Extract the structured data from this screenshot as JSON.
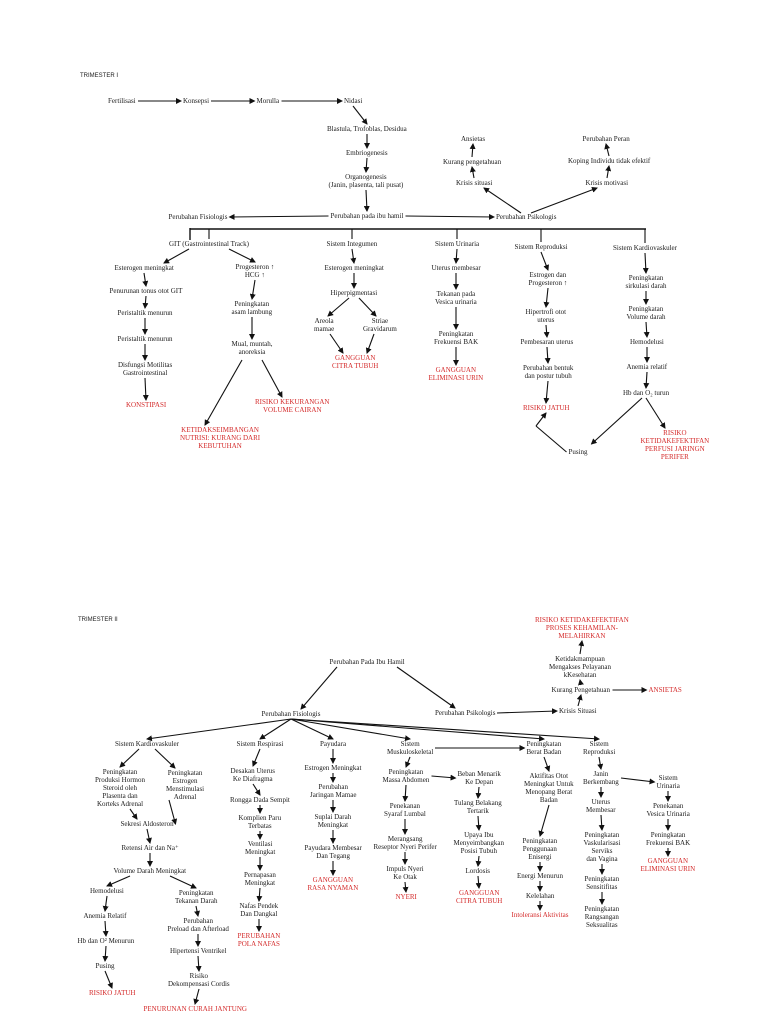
{
  "colors": {
    "text": "#1a1a1a",
    "diagnosis": "#d42a2a",
    "line": "#111111"
  },
  "sections": [
    {
      "id": "t1",
      "title": "TRIMESTER I"
    },
    {
      "id": "t2",
      "title": "TRIMESTER II"
    }
  ],
  "nodes": [
    {
      "id": "t1_fert",
      "text": "Fertilisasi",
      "red": false
    },
    {
      "id": "t1_kons",
      "text": "Konsepsi",
      "red": false
    },
    {
      "id": "t1_mor",
      "text": "Morulla",
      "red": false
    },
    {
      "id": "t1_nid",
      "text": "Nidasi",
      "red": false
    },
    {
      "id": "t1_blas",
      "text": "Blastula, Trofoblas, Desidua",
      "red": false
    },
    {
      "id": "t1_emb",
      "text": "Embriogenesis",
      "red": false
    },
    {
      "id": "t1_org",
      "text": "Organogenesis\n(Janin, plasenta, tali pusat)",
      "red": false
    },
    {
      "id": "t1_pib",
      "text": "Perubahan pada ibu hamil",
      "red": false
    },
    {
      "id": "t1_pfis",
      "text": "Perubahan Fisiologis",
      "red": false
    },
    {
      "id": "t1_psik",
      "text": "Perubahan Psikologis",
      "red": false
    },
    {
      "id": "t1_ans",
      "text": "Ansietas",
      "red": false
    },
    {
      "id": "t1_kp",
      "text": "Kurang pengetahuan",
      "red": false
    },
    {
      "id": "t1_ks",
      "text": "Krisis situasi",
      "red": false
    },
    {
      "id": "t1_pp",
      "text": "Perubahan Peran",
      "red": false
    },
    {
      "id": "t1_ki",
      "text": "Koping Individu tidak efektif",
      "red": false
    },
    {
      "id": "t1_km",
      "text": "Krisis motivasi",
      "red": false
    },
    {
      "id": "t1_git",
      "text": "GIT (Gastrointestinal Track)",
      "red": false
    },
    {
      "id": "t1_sint",
      "text": "Sistem Integumen",
      "red": false
    },
    {
      "id": "t1_suri",
      "text": "Sistem Urinaria",
      "red": false
    },
    {
      "id": "t1_srep",
      "text": "Sistem Reproduksi",
      "red": false
    },
    {
      "id": "t1_skar",
      "text": "Sistem Kardiovaskuler",
      "red": false
    },
    {
      "id": "t1_em",
      "text": "Esterogen meningkat",
      "red": false
    },
    {
      "id": "t1_pt",
      "text": "Penurunan tonus otot GIT",
      "red": false
    },
    {
      "id": "t1_per1",
      "text": "Peristaltik menurun",
      "red": false
    },
    {
      "id": "t1_per2",
      "text": "Peristaltik menurun",
      "red": false
    },
    {
      "id": "t1_dis",
      "text": "Disfungsi Motilitas\nGastrointestinal",
      "red": false
    },
    {
      "id": "t1_kon",
      "text": "KONSTIPASI",
      "red": true
    },
    {
      "id": "t1_prog",
      "text": "Progesteron ↑\nHCG ↑",
      "red": false
    },
    {
      "id": "t1_pas",
      "text": "Peningkatan\nasam lambung",
      "red": false
    },
    {
      "id": "t1_mua",
      "text": "Mual, muntah,\nanoreksia",
      "red": false
    },
    {
      "id": "t1_rkv",
      "text": "RISIKO KEKURANGAN\nVOLUME CAIRAN",
      "red": true
    },
    {
      "id": "t1_ket",
      "text": "KETIDAKSEIMBANGAN\nNUTRISI: KURANG DARI\nKEBUTUHAN",
      "red": true
    },
    {
      "id": "t1_em2",
      "text": "Esterogen meningkat",
      "red": false
    },
    {
      "id": "t1_hip",
      "text": "Hiperpigmentasi",
      "red": false
    },
    {
      "id": "t1_are",
      "text": "Areola\nmamae",
      "red": false
    },
    {
      "id": "t1_str",
      "text": "Striae\nGravidarum",
      "red": false
    },
    {
      "id": "t1_gct",
      "text": "GANGGUAN\nCITRA TUBUH",
      "red": true
    },
    {
      "id": "t1_ute",
      "text": "Uterus membesar",
      "red": false
    },
    {
      "id": "t1_tek",
      "text": "Tekanan pada\nVesica urinaria",
      "red": false
    },
    {
      "id": "t1_pfb",
      "text": "Peningkatan\nFrekuensi BAK",
      "red": false
    },
    {
      "id": "t1_geu",
      "text": "GANGGUAN\nELIMINASI URIN",
      "red": true
    },
    {
      "id": "t1_est",
      "text": "Estrogen dan\nProgesteron ↑",
      "red": false
    },
    {
      "id": "t1_hou",
      "text": "Hipertrofi otot\nuterus",
      "red": false
    },
    {
      "id": "t1_pbu",
      "text": "Pembesaran uterus",
      "red": false
    },
    {
      "id": "t1_pbp",
      "text": "Perubahan bentuk\ndan postur tubuh",
      "red": false
    },
    {
      "id": "t1_rj",
      "text": "RISIKO JATUH",
      "red": true
    },
    {
      "id": "t1_psd",
      "text": "Peningkatan\nsirkulasi darah",
      "red": false
    },
    {
      "id": "t1_pvd",
      "text": "Peningkatan\nVolume darah",
      "red": false
    },
    {
      "id": "t1_hem",
      "text": "Hemodelusi",
      "red": false
    },
    {
      "id": "t1_ane",
      "text": "Anemia relatif",
      "red": false
    },
    {
      "id": "t1_hb",
      "text": "Hb dan O₂ turun",
      "red": false
    },
    {
      "id": "t1_rkp",
      "text": "RISIKO\nKETIDAKEFEKTIFAN\nPERFUSI JARINGN\nPERIFER",
      "red": true
    },
    {
      "id": "t1_pus",
      "text": "Pusing",
      "red": false
    },
    {
      "id": "t2_rpk",
      "text": "RISIKO KETIDAKEFEKTIFAN\nPROSES KEHAMILAN-\nMELAHIRKAN",
      "red": true
    },
    {
      "id": "t2_ket",
      "text": "Ketidakmampuan\nMengakses Pelayanan\nkKesehatan",
      "red": false
    },
    {
      "id": "t2_kp",
      "text": "Kurang Pengetahuan",
      "red": false
    },
    {
      "id": "t2_ans",
      "text": "ANSIETAS",
      "red": true
    },
    {
      "id": "t2_ks",
      "text": "Krisis Situasi",
      "red": false
    },
    {
      "id": "t2_pib",
      "text": "Perubahan Pada Ibu Hamil",
      "red": false
    },
    {
      "id": "t2_pfis",
      "text": "Perubahan Fisiologis",
      "red": false
    },
    {
      "id": "t2_psik",
      "text": "Perubahan Psikologis",
      "red": false
    },
    {
      "id": "t2_skar",
      "text": "Sistem Kardiovaskuler",
      "red": false
    },
    {
      "id": "t2_sres",
      "text": "Sistem Respirasi",
      "red": false
    },
    {
      "id": "t2_pay",
      "text": "Payudara",
      "red": false
    },
    {
      "id": "t2_smus",
      "text": "Sistem\nMuskuloskeletal",
      "red": false
    },
    {
      "id": "t2_pbb",
      "text": "Peningkatan\nBerat Badan",
      "red": false
    },
    {
      "id": "t2_srep",
      "text": "Sistem\nReproduksi",
      "red": false
    },
    {
      "id": "t2_pph",
      "text": "Peningkatan\nProduksi Hormon\nSteroid oleh\nPlasenta dan\nKorteks Adrenal",
      "red": false
    },
    {
      "id": "t2_pem",
      "text": "Peningkatan\nEstrogen\nMenstimulasi\nAdrenal",
      "red": false
    },
    {
      "id": "t2_sa",
      "text": "Sekresi Aldosteron",
      "red": false
    },
    {
      "id": "t2_ra",
      "text": "Retensi Air dan Na⁺",
      "red": false
    },
    {
      "id": "t2_vdm",
      "text": "Volume Darah Meningkat",
      "red": false
    },
    {
      "id": "t2_hem",
      "text": "Hemodelusi",
      "red": false
    },
    {
      "id": "t2_ptd",
      "text": "Peningkatan\nTekanan Darah",
      "red": false
    },
    {
      "id": "t2_ar",
      "text": "Anemia Relatif",
      "red": false
    },
    {
      "id": "t2_ppa",
      "text": "Perubahan\nPreload dan Afterload",
      "red": false
    },
    {
      "id": "t2_hb",
      "text": "Hb dan O² Menurun",
      "red": false
    },
    {
      "id": "t2_hv",
      "text": "Hipertensi Ventrikel",
      "red": false
    },
    {
      "id": "t2_pus",
      "text": "Pusing",
      "red": false
    },
    {
      "id": "t2_rdc",
      "text": "Risiko\nDekompensasi Cordis",
      "red": false
    },
    {
      "id": "t2_rj",
      "text": "RISIKO JATUH",
      "red": true
    },
    {
      "id": "t2_pcj",
      "text": "PENURUNAN CURAH JANTUNG",
      "red": true
    },
    {
      "id": "t2_dud",
      "text": "Desakan Uterus\nKe Diafragma",
      "red": false
    },
    {
      "id": "t2_rds",
      "text": "Rongga Dada Sempit",
      "red": false
    },
    {
      "id": "t2_kpt",
      "text": "Komplien Paru\nTerbatas",
      "red": false
    },
    {
      "id": "t2_vm",
      "text": "Ventilasi\nMeningkat",
      "red": false
    },
    {
      "id": "t2_pm",
      "text": "Pernapasan\nMeningkat",
      "red": false
    },
    {
      "id": "t2_npd",
      "text": "Nafas Pendek\nDan Dangkal",
      "red": false
    },
    {
      "id": "t2_ppn",
      "text": "PERUBAHAN\nPOLA NAFAS",
      "red": true
    },
    {
      "id": "t2_emn",
      "text": "Estrogen Meningkat",
      "red": false
    },
    {
      "id": "t2_pjm",
      "text": "Perubahan\nJaringan Mamae",
      "red": false
    },
    {
      "id": "t2_sdm",
      "text": "Suplai Darah\nMeningkat",
      "red": false
    },
    {
      "id": "t2_pmt",
      "text": "Payudara Membesar\nDan Tegang",
      "red": false
    },
    {
      "id": "t2_grn",
      "text": "GANGGUAN\nRASA NYAMAN",
      "red": true
    },
    {
      "id": "t2_pma",
      "text": "Peningkatan\nMassa Abdomen",
      "red": false
    },
    {
      "id": "t2_psl",
      "text": "Penekanan\nSyaraf Lumbal",
      "red": false
    },
    {
      "id": "t2_mrn",
      "text": "Merangsang\nReseptor Nyeri Perifer",
      "red": false
    },
    {
      "id": "t2_ink",
      "text": "Impuls Nyeri\nKe Otak",
      "red": false
    },
    {
      "id": "t2_nye",
      "text": "NYERI",
      "red": true
    },
    {
      "id": "t2_bmk",
      "text": "Beban Menarik\nKe Depan",
      "red": false
    },
    {
      "id": "t2_tbt",
      "text": "Tulang Belakang\nTertarik",
      "red": false
    },
    {
      "id": "t2_uim",
      "text": "Upaya Ibu\nMenyeimbangkan\nPosisi Tubuh",
      "red": false
    },
    {
      "id": "t2_lor",
      "text": "Lordosis",
      "red": false
    },
    {
      "id": "t2_gct",
      "text": "GANGGUAN\nCITRA TUBUH",
      "red": true
    },
    {
      "id": "t2_aom",
      "text": "Aktifitas Otot\nMeningkat Untuk\nMenopang Berat\nBadan",
      "red": false
    },
    {
      "id": "t2_ppe",
      "text": "Peningkatan\nPenggunaan\nEnisergi",
      "red": false
    },
    {
      "id": "t2_enm",
      "text": "Energi Menurun",
      "red": false
    },
    {
      "id": "t2_kel",
      "text": "Kelelahan",
      "red": false
    },
    {
      "id": "t2_ia",
      "text": "Intoleransi Aktivitas",
      "red": true
    },
    {
      "id": "t2_jb",
      "text": "Janin\nBerkembang",
      "red": false
    },
    {
      "id": "t2_um",
      "text": "Uterus\nMembesar",
      "red": false
    },
    {
      "id": "t2_pvs",
      "text": "Peningkatan\nVaskularisasi\nServiks\ndan Vagina",
      "red": false
    },
    {
      "id": "t2_ps",
      "text": "Peningkatan\nSensitifitas",
      "red": false
    },
    {
      "id": "t2_prs",
      "text": "Peningkatan\nRangsangan\nSeksualitas",
      "red": false
    },
    {
      "id": "t2_suri",
      "text": "Sistem\nUrinaria",
      "red": false
    },
    {
      "id": "t2_pvu",
      "text": "Penekanan\nVesica Urinaria",
      "red": false
    },
    {
      "id": "t2_pfb",
      "text": "Peningkatan\nFrekuensi BAK",
      "red": false
    },
    {
      "id": "t2_geu",
      "text": "GANGGUAN\nELIMINASI URIN",
      "red": true
    }
  ]
}
